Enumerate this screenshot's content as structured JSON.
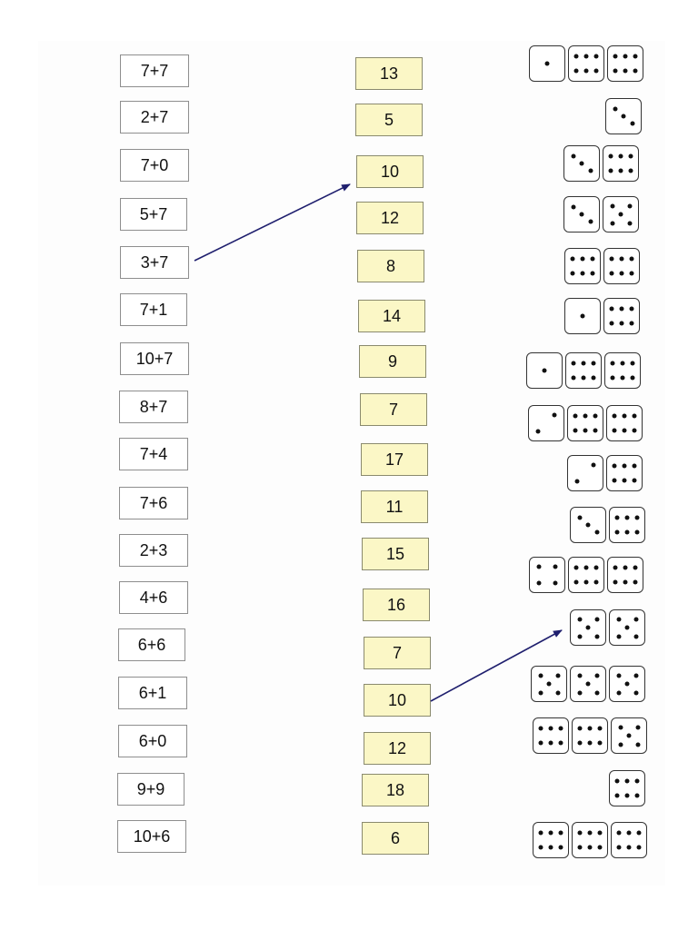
{
  "worksheet": {
    "expressions": [
      "7+7",
      "2+7",
      "7+0",
      "5+7",
      "3+7",
      "7+1",
      "10+7",
      "8+7",
      "7+4",
      "7+6",
      "2+3",
      "4+6",
      "6+6",
      "6+1",
      "6+0",
      "9+9",
      "10+6"
    ],
    "answers": [
      "13",
      "5",
      "10",
      "12",
      "8",
      "14",
      "9",
      "7",
      "17",
      "11",
      "15",
      "16",
      "7",
      "10",
      "12",
      "18",
      "6"
    ],
    "dice_rows": [
      [
        1,
        6,
        6
      ],
      [
        3
      ],
      [
        3,
        6
      ],
      [
        3,
        5
      ],
      [
        6,
        6
      ],
      [
        1,
        6
      ],
      [
        1,
        6,
        6
      ],
      [
        2,
        6,
        6
      ],
      [
        2,
        6
      ],
      [
        3,
        6
      ],
      [
        4,
        6,
        6
      ],
      [
        5,
        5
      ],
      [
        5,
        5,
        5
      ],
      [
        6,
        6,
        5
      ],
      [
        6
      ],
      [
        6,
        6,
        6
      ]
    ],
    "connections": [
      {
        "from_expression": "3+7",
        "to_answer": "10"
      },
      {
        "from_answer": "10",
        "to_dice": "5+5"
      }
    ],
    "colors": {
      "answer_fill": "#fbf7c6",
      "arrow": "#1f1f6e"
    }
  }
}
